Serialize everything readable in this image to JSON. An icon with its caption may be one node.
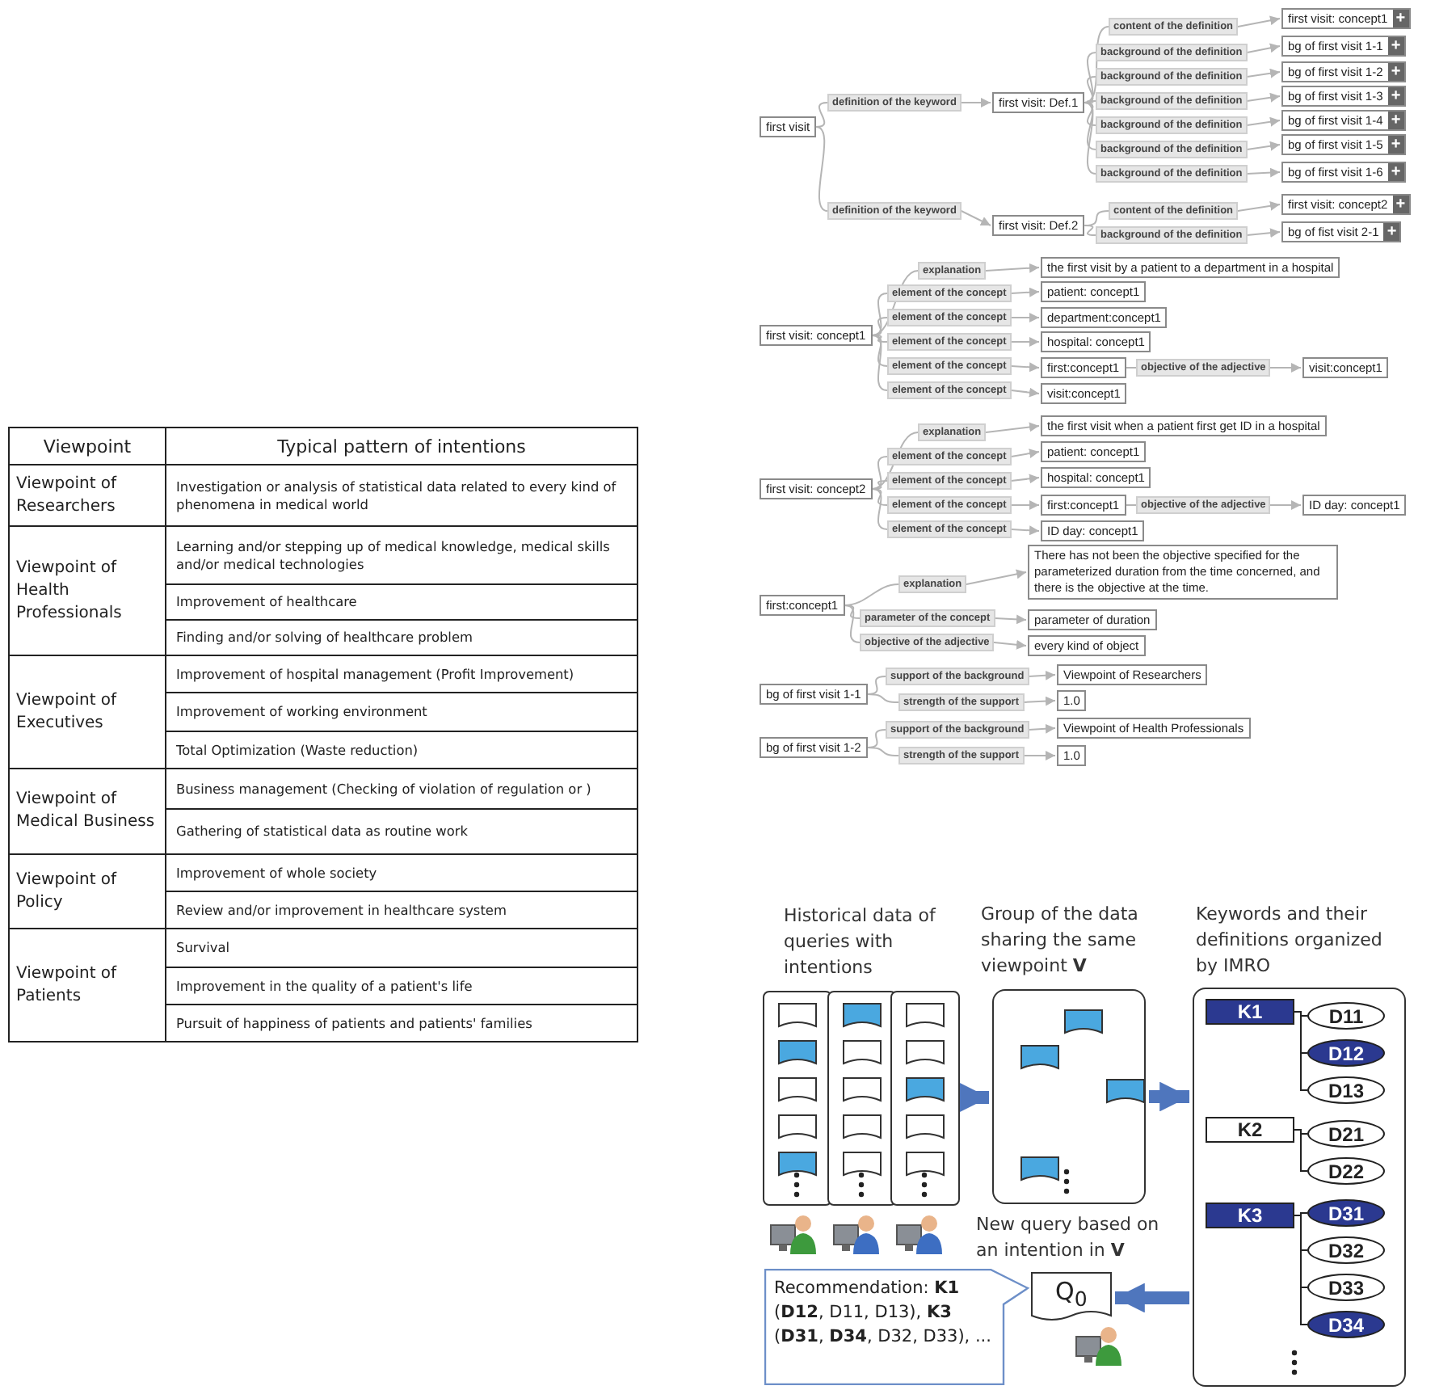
{
  "diagram": {
    "nodes": [
      {
        "text": [
          "first visit"
        ]
      },
      {
        "text": [
          "first visit: Def.1"
        ]
      },
      {
        "text": [
          "first visit: Def.2"
        ]
      },
      {
        "text": [
          "first visit: concept1",
          "+"
        ]
      },
      {
        "text": [
          "bg of first visit 1-1",
          "+"
        ]
      },
      {
        "text": [
          "bg of first visit 1-2",
          "+"
        ]
      },
      {
        "text": [
          "bg of first visit 1-3",
          "+"
        ]
      },
      {
        "text": [
          "bg of first visit 1-4",
          "+"
        ]
      },
      {
        "text": [
          "bg of first visit 1-5",
          "+"
        ]
      },
      {
        "text": [
          "bg of first visit 1-6",
          "+"
        ]
      },
      {
        "text": [
          "first visit: concept2",
          "+"
        ]
      },
      {
        "text": [
          "bg of fist visit 2-1",
          "+"
        ]
      },
      {
        "text": [
          "first visit: concept1"
        ]
      },
      {
        "text": [
          "the first visit by a patient to a department in a hospital"
        ]
      },
      {
        "text": [
          "patient: concept1"
        ]
      },
      {
        "text": [
          "department:concept1"
        ]
      },
      {
        "text": [
          "hospital: concept1"
        ]
      },
      {
        "text": [
          "first:concept1"
        ]
      },
      {
        "text": [
          "visit:concept1"
        ]
      },
      {
        "text": [
          "visit:concept1"
        ]
      },
      {
        "text": [
          "first visit: concept2"
        ]
      },
      {
        "text": [
          "the first visit when a patient first get ID in a hospital"
        ]
      },
      {
        "text": [
          "patient: concept1"
        ]
      },
      {
        "text": [
          "hospital: concept1"
        ]
      },
      {
        "text": [
          "first:concept1"
        ]
      },
      {
        "text": [
          "ID day: concept1"
        ]
      },
      {
        "text": [
          "ID day: concept1"
        ]
      },
      {
        "text": [
          "first:concept1"
        ]
      },
      {
        "text": [
          "There has not been the objective specified for the parameterized duration from the time concerned, and there is the objective at the time."
        ]
      },
      {
        "text": [
          "parameter of duration"
        ]
      },
      {
        "text": [
          "every kind of object"
        ]
      },
      {
        "text": [
          "bg of first visit 1-1"
        ]
      },
      {
        "text": [
          "Viewpoint of Researchers"
        ]
      },
      {
        "text": [
          "1.0"
        ]
      },
      {
        "text": [
          "bg of first visit 1-2"
        ]
      },
      {
        "text": [
          "Viewpoint of Health Professionals"
        ]
      },
      {
        "text": [
          "1.0"
        ]
      },
      {
        "text": [],
        "shape": "box"
      },
      {
        "text": [],
        "shape": "box"
      },
      {
        "text": [],
        "shape": "box"
      },
      {
        "text": [
          "Group of the data sharing the same viewpoint **V**"
        ]
      },
      {
        "text": [
          "Keywords and their definitions organized by IMRO"
        ]
      },
      {
        "text": [
          "K1"
        ],
        "in": 41
      },
      {
        "text": [
          "D11"
        ],
        "in": 41
      },
      {
        "text": [
          "D12"
        ],
        "in": 41
      },
      {
        "text": [
          "D13"
        ],
        "in": 41
      },
      {
        "text": [
          "K2"
        ],
        "in": 41
      },
      {
        "text": [
          "D21"
        ],
        "in": 41
      },
      {
        "text": [
          "D22"
        ],
        "in": 41
      },
      {
        "text": [
          "K3"
        ],
        "in": 41
      },
      {
        "text": [
          "D31"
        ],
        "in": 41
      },
      {
        "text": [
          "D32"
        ],
        "in": 41
      },
      {
        "text": [
          "D33"
        ],
        "in": 41
      },
      {
        "text": [
          "D34"
        ],
        "in": 41
      },
      {
        "text": [
          "Q$_{0}$"
        ],
        "beside": [
          "New query based on an intention in **V**"
        ]
      },
      {
        "text": [
          "Recommendation: **K1** (**D12**, D11, D13), **K3** (**D31**, **D34**, D32, D33), ..."
        ]
      }
    ],
    "edges": [
      {
        "from": 0,
        "to": 1,
        "arrow": "to",
        "label": "definition of the keyword"
      },
      {
        "from": 0,
        "to": 2,
        "arrow": "to",
        "label": "definition of the keyword"
      },
      {
        "from": 1,
        "to": 3,
        "arrow": "to",
        "label": "content of the definition"
      },
      {
        "from": 1,
        "to": 4,
        "arrow": "to",
        "label": "background of the definition"
      },
      {
        "from": 1,
        "to": 5,
        "arrow": "to",
        "label": "background of the definition"
      },
      {
        "from": 1,
        "to": 6,
        "arrow": "to",
        "label": "background of the definition"
      },
      {
        "from": 1,
        "to": 7,
        "arrow": "to",
        "label": "background of the definition"
      },
      {
        "from": 1,
        "to": 8,
        "arrow": "to",
        "label": "background of the definition"
      },
      {
        "from": 1,
        "to": 9,
        "arrow": "to",
        "label": "background of the definition"
      },
      {
        "from": 2,
        "to": 10,
        "arrow": "to",
        "label": "content of the definition"
      },
      {
        "from": 2,
        "to": 11,
        "arrow": "to",
        "label": "background of the definition"
      },
      {
        "from": 12,
        "to": 13,
        "arrow": "to",
        "label": "explanation"
      },
      {
        "from": 12,
        "to": 14,
        "arrow": "to",
        "label": "element of the concept"
      },
      {
        "from": 12,
        "to": 15,
        "arrow": "to",
        "label": "element of the concept"
      },
      {
        "from": 12,
        "to": 16,
        "arrow": "to",
        "label": "element of the concept"
      },
      {
        "from": 12,
        "to": 17,
        "arrow": "to",
        "label": "element of the concept"
      },
      {
        "from": 17,
        "to": 18,
        "arrow": "to",
        "label": "objective of the adjective"
      },
      {
        "from": 12,
        "to": 19,
        "arrow": "to",
        "label": "element of the concept"
      },
      {
        "from": 20,
        "to": 21,
        "arrow": "to",
        "label": "explanation"
      },
      {
        "from": 20,
        "to": 22,
        "arrow": "to",
        "label": "element of the concept"
      },
      {
        "from": 20,
        "to": 23,
        "arrow": "to",
        "label": "element of the concept"
      },
      {
        "from": 20,
        "to": 24,
        "arrow": "to",
        "label": "element of the concept"
      },
      {
        "from": 24,
        "to": 25,
        "arrow": "to",
        "label": "objective of the adjective"
      },
      {
        "from": 20,
        "to": 26,
        "arrow": "to",
        "label": "element of the concept"
      },
      {
        "from": 27,
        "to": 28,
        "arrow": "to",
        "label": "explanation"
      },
      {
        "from": 27,
        "to": 29,
        "arrow": "to",
        "label": "parameter of the concept"
      },
      {
        "from": 27,
        "to": 30,
        "arrow": "to",
        "label": "objective of the adjective"
      },
      {
        "from": 31,
        "to": 32,
        "arrow": "to",
        "label": "support of the background"
      },
      {
        "from": 31,
        "to": 33,
        "arrow": "to",
        "label": "strength of the support"
      },
      {
        "from": 34,
        "to": 35,
        "arrow": "to",
        "label": "support of the background"
      },
      {
        "from": 34,
        "to": 36,
        "arrow": "to",
        "label": "strength of the support"
      },
      {
        "from": 39,
        "to": 40,
        "arrow": "to",
        "style": "thick",
        "color": "#4f76bd"
      },
      {
        "from": 40,
        "to": 41,
        "arrow": "to",
        "style": "thick",
        "color": "#4f76bd"
      },
      {
        "from": 41,
        "to": 54,
        "arrow": "to",
        "style": "thick",
        "color": "#4f76bd"
      },
      {
        "from": 42,
        "to": 43,
        "arrow": "none",
        "color": "#222222"
      },
      {
        "from": 42,
        "to": 44,
        "arrow": "none",
        "color": "#222222"
      },
      {
        "from": 42,
        "to": 45,
        "arrow": "none",
        "color": "#222222"
      },
      {
        "from": 46,
        "to": 47,
        "arrow": "none",
        "color": "#222222"
      },
      {
        "from": 46,
        "to": 48,
        "arrow": "none",
        "color": "#222222"
      },
      {
        "from": 49,
        "to": 50,
        "arrow": "none",
        "color": "#222222"
      },
      {
        "from": 49,
        "to": 51,
        "arrow": "none",
        "color": "#222222"
      },
      {
        "from": 49,
        "to": 52,
        "arrow": "none",
        "color": "#222222"
      },
      {
        "from": 49,
        "to": 53,
        "arrow": "none",
        "color": "#222222"
      }
    ],
    "labels": [
      "Viewpoint",
      "Typical pattern of intentions",
      "Viewpoint of Researchers",
      "Investigation or analysis of statistical data related to every kind of phenomena in medical world",
      "Viewpoint of Health Professionals",
      "Learning and/or stepping up of medical knowledge, medical skills and/or medical technologies",
      "Improvement of healthcare",
      "Finding and/or solving of healthcare problem",
      "Viewpoint of Executives",
      "Improvement of hospital management (Profit Improvement)",
      "Improvement of working environment",
      "Total Optimization (Waste reduction)",
      "Viewpoint of Medical Business",
      "Business management (Checking of violation of regulation or )",
      "Gathering of statistical data as routine work",
      "Viewpoint of Policy",
      "Improvement of whole society",
      "Review and/or improvement in healthcare system",
      "Viewpoint of Patients",
      "Survival",
      "Improvement in the quality of a patient's life",
      "Pursuit of happiness of patients and patients' families",
      "Historical data of queries with intentions"
    ]
  }
}
